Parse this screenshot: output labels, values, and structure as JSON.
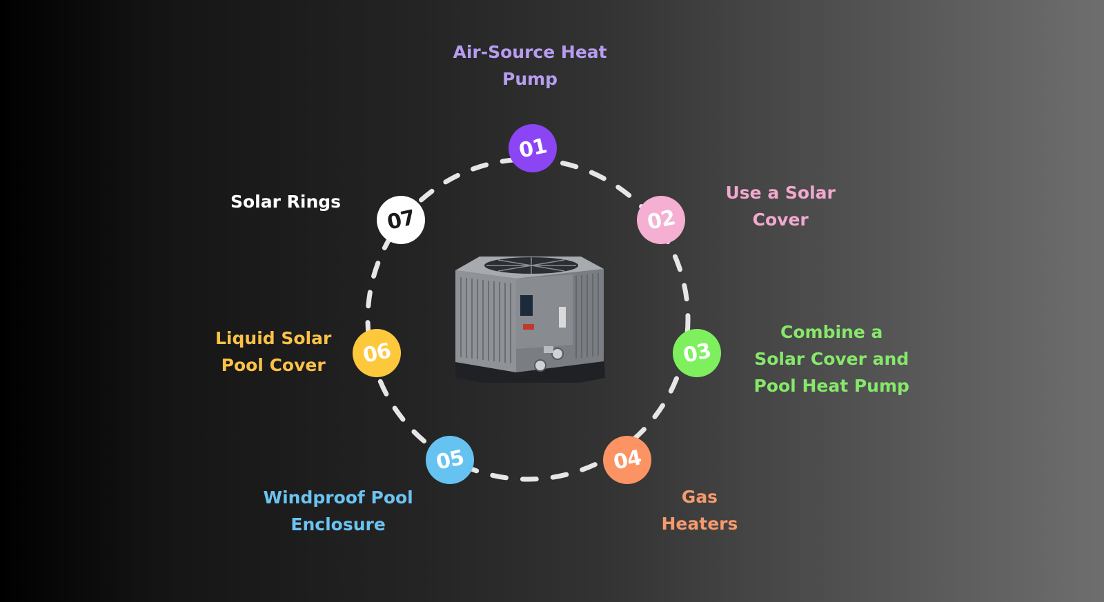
{
  "methods": [
    {
      "number": "01",
      "title_lines": [
        "Air-Source Heat",
        "Pump"
      ],
      "color": "#8b45f5",
      "text_color": "#b79cf0",
      "number_color": "#ffffff"
    },
    {
      "number": "02",
      "title_lines": [
        "Use a Solar",
        "Cover"
      ],
      "color": "#f4afd2",
      "text_color": "#f2a9cf",
      "number_color": "#ffffff"
    },
    {
      "number": "03",
      "title_lines": [
        "Combine a",
        "Solar Cover and",
        "Pool Heat Pump"
      ],
      "color": "#7ef05e",
      "text_color": "#86e86a",
      "number_color": "#ffffff"
    },
    {
      "number": "04",
      "title_lines": [
        "Gas",
        "Heaters"
      ],
      "color": "#fb9363",
      "text_color": "#f59a6c",
      "number_color": "#ffffff"
    },
    {
      "number": "05",
      "title_lines": [
        "Windproof Pool",
        "Enclosure"
      ],
      "color": "#66c3f1",
      "text_color": "#6cc3f2",
      "number_color": "#ffffff"
    },
    {
      "number": "06",
      "title_lines": [
        "Liquid Solar",
        "Pool Cover"
      ],
      "color": "#fdc83c",
      "text_color": "#fcc248",
      "number_color": "#ffffff"
    },
    {
      "number": "07",
      "title_lines": [
        "Solar Rings"
      ],
      "color": "#ffffff",
      "text_color": "#ffffff",
      "number_color": "#1a1a1a"
    }
  ],
  "center_image": "heat-pump-unit",
  "ring_color": "#e6e6e6"
}
